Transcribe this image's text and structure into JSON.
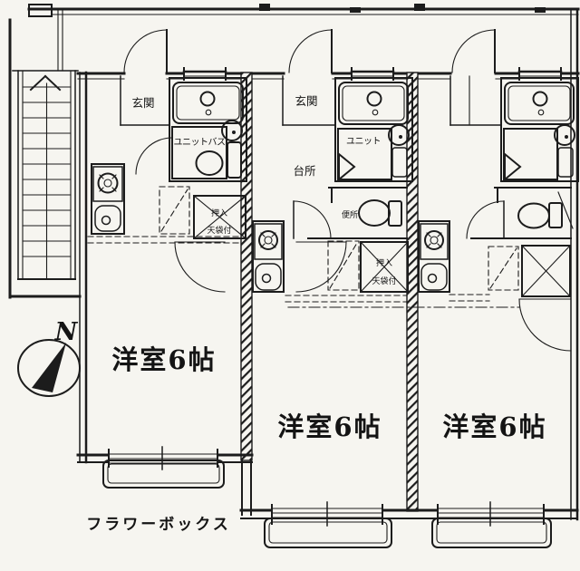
{
  "floorplan": {
    "compass_label": "N",
    "flower_box_caption": "フラワーボックス",
    "colors": {
      "ink": "#1c1c1c",
      "paper": "#f6f5f0"
    },
    "units": [
      {
        "room_label": "洋室6帖",
        "entrance_label": "玄関",
        "bath_label": "ユニットバス",
        "closet_label": "押入",
        "closet_note": "天袋付"
      },
      {
        "room_label": "洋室6帖",
        "entrance_label": "玄関",
        "bath_label": "ユニット",
        "kitchen_label": "台所",
        "toilet_label": "便所",
        "closet_label": "押入",
        "closet_note": "天袋付"
      },
      {
        "room_label": "洋室6帖"
      }
    ]
  }
}
